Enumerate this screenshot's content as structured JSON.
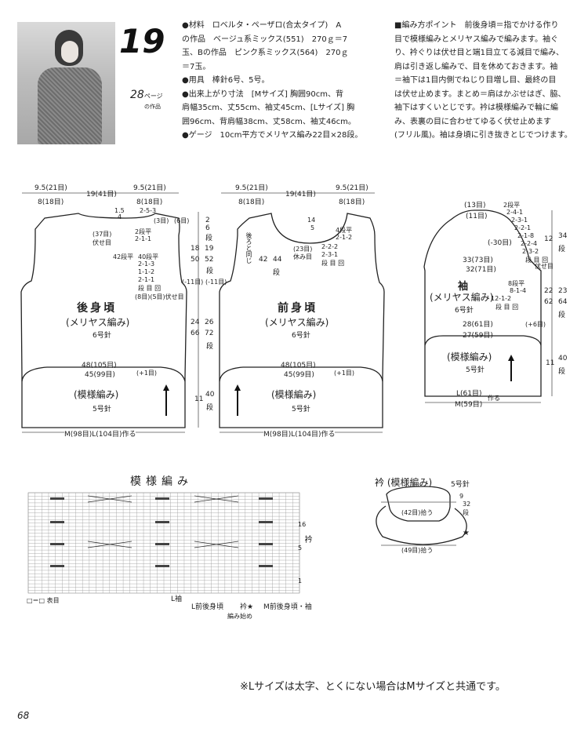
{
  "header": {
    "pattern_number": "19",
    "page_ref": "28",
    "page_ref_suffix": "ページ",
    "page_ref_small": "の作品"
  },
  "materials": {
    "line1": "●材料　ロベルタ・ペーザロ(合太タイプ)　A",
    "line2": "の作品　ベージュ系ミックス(551)　270ｇ＝7",
    "line3": "玉、Bの作品　ピンク系ミックス(564)　270ｇ",
    "line4": "＝7玉。",
    "line5": "●用具　棒針6号、5号。",
    "line6": "●出来上がり寸法　[Mサイズ] 胸囲90cm、背",
    "line7": "肩幅35cm、丈55cm、袖丈45cm、[Lサイズ] 胸",
    "line8": "囲96cm、背肩幅38cm、丈58cm、袖丈46cm。",
    "line9": "●ゲージ　10cm平方でメリヤス編み22目×28段。"
  },
  "points": {
    "line1": "■編み方ポイント　前後身頃＝指でかける作り",
    "line2": "目で模様編みとメリヤス編みで編みます。袖ぐ",
    "line3": "り、衿ぐりは伏せ目と端1目立てる減目で編み、",
    "line4": "肩は引き返し編みで、目を休めておきます。袖",
    "line5": "＝袖下は1目内側でねじり目増し目、最終の目",
    "line6": "は伏せ止めます。まとめ＝肩はかぶせはぎ、脇、",
    "line7": "袖下はすくいとじです。衿は模様編みで輪に編",
    "line8": "み、表裏の目に合わせてゆるく伏せ止めます",
    "line9": "(フリル風)。袖は身頃に引き抜きとじでつけます。"
  },
  "back": {
    "title": "後身頃",
    "stitch": "(メリヤス編み)",
    "needle": "6号針",
    "pattern_label": "(模様編み)",
    "pattern_needle": "5号針",
    "top_left": "9.5(21目)",
    "top_left2": "8(18目)",
    "top_mid": "19(41目)",
    "top_right": "9.5(21目)",
    "top_right2": "8(18目)",
    "bottom_l": "48(105目)",
    "bottom_m": "45(99目)",
    "inc": "(+1目)",
    "cast": "M(98目)L(104目)作る",
    "neck_rest": "(37目)",
    "neck_rest2": "伏せ目",
    "armhole": "(-11目)",
    "shoulder1": "2-5-3",
    "shoulder2": "(3目)",
    "shoulder3": "(6目)",
    "neck_cm": "1.5",
    "neck_rows": "4",
    "neck_dec": "2段平",
    "neck_dec2": "2-1-1",
    "arm_rows": "42段平",
    "arm_dec1": "40段平",
    "arm_dec2": "2-1-3",
    "arm_dec3": "1-1-2",
    "arm_dec4": "2-1-1",
    "arm_dec5": "段 目 回",
    "arm_dec6": "(8目)(5目)伏せ目"
  },
  "front": {
    "title": "前身頃",
    "stitch": "(メリヤス編み)",
    "needle": "6号針",
    "pattern_label": "(模様編み)",
    "pattern_needle": "5号針",
    "top_left": "9.5(21目)",
    "top_left2": "8(18目)",
    "top_mid": "19(41目)",
    "top_right": "9.5(21目)",
    "top_right2": "8(18目)",
    "bottom_l": "48(105目)",
    "bottom_m": "45(99目)",
    "inc": "(+1目)",
    "cast": "M(98目)L(104目)作る",
    "same_as_back": "後ろと同じ",
    "neck_rows": "14",
    "neck_rows2": "5",
    "neck_cm1": "42",
    "neck_cm2": "44",
    "neck_cm3": "段",
    "neck_center": "(23目)",
    "neck_center2": "休み目",
    "neck_dec": "4段平",
    "neck_dec2": "2-1-2",
    "neck_dec3": "2-2-2",
    "neck_dec4": "2-3-1",
    "neck_dec5": "段 目 回",
    "armhole": "(-11目)"
  },
  "side_measures": {
    "v1": "2",
    "v1b": "6",
    "v1c": "段",
    "v2": "18",
    "v2b": "19",
    "v3": "50",
    "v3b": "52",
    "v3c": "段",
    "v4": "24",
    "v4b": "26",
    "v5": "66",
    "v5b": "72",
    "v5c": "段",
    "v6": "11",
    "v6b": "40",
    "v6c": "段"
  },
  "sleeve": {
    "title": "袖",
    "stitch": "(メリヤス編み)",
    "needle": "6号針",
    "pattern_label": "(模様編み)",
    "pattern_needle": "5号針",
    "top": "(13目)",
    "top2": "(11目)",
    "cap_rows": "2段平",
    "cap1": "2-4-1",
    "cap2": "2-3-1",
    "cap3": "2-2-1",
    "cap4": "2-1-8",
    "cap5": "2-2-4",
    "cap6": "2-3-2",
    "cap7": "段 目 回",
    "cap8": "伏せ目",
    "dec": "(-30目)",
    "w1": "33(73目)",
    "w2": "32(71目)",
    "w3": "28(61目)",
    "w4": "27(59目)",
    "inc": "(+6目)",
    "inc_rows": "8段平",
    "inc1": "8-1-4",
    "inc2": "12-1-2",
    "inc3": "段 目 回",
    "cast": "L(61目)",
    "cast2": "M(59目)",
    "cast3": "作る",
    "cap_h": "12",
    "cap_h2": "34",
    "cap_h3": "段",
    "body_h": "22",
    "body_h2": "23",
    "body_h3": "62",
    "body_h4": "64",
    "body_h5": "段",
    "cuff_h": "11",
    "cuff_h2": "40",
    "cuff_h3": "段"
  },
  "chart": {
    "title": "模様編み",
    "legend": "□＝□ 表目",
    "row_label": "衿",
    "mark_l_sleeve": "L袖",
    "mark_l_body": "L前後身頃",
    "mark_collar": "衿★",
    "mark_m": "M前後身頃・袖",
    "start": "編み始め",
    "rep1": "16",
    "rep2": "5",
    "rep3": "1"
  },
  "collar": {
    "title": "衿 (模様編み)",
    "needle": "5号針",
    "top": "(42目)拾う",
    "bottom": "(49目)拾う",
    "height": "9",
    "height2": "32",
    "height3": "段",
    "mark": "★"
  },
  "footer": {
    "note": "※Lサイズは太字、とくにない場合はMサイズと共通です。",
    "page_number": "68"
  }
}
